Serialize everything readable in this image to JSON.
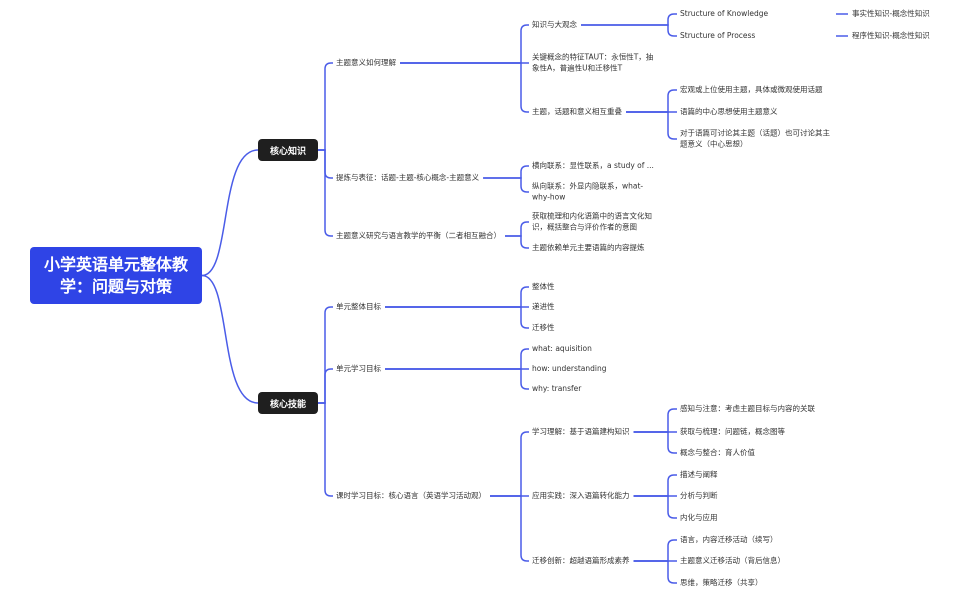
{
  "root": "小学英语单元整体教学：问题与对策",
  "core_knowledge": {
    "label": "核心知识",
    "children": [
      {
        "label": "主题意义如何理解",
        "children": [
          {
            "label": "知识与大观念",
            "children": [
              {
                "label": "Structure of  Knowledge",
                "note": "事实性知识-概念性知识"
              },
              {
                "label": "Structure of Process",
                "note": "程序性知识-概念性知识"
              }
            ]
          },
          {
            "label": "关键概念的特征TAUT：永恒性T，抽象性A，普遍性U和迁移性T"
          },
          {
            "label": "主题，话题和意义相互重叠",
            "children": [
              {
                "label": "宏观或上位使用主题，具体或微观使用话题"
              },
              {
                "label": "语篇的中心思想使用主题意义"
              },
              {
                "label": "对于语篇可讨论其主题（话题）也可讨论其主题意义（中心思想）"
              }
            ]
          }
        ]
      },
      {
        "label": "提炼与表征：话题-主题-核心概念-主题意义",
        "children": [
          {
            "label": "横向联系：显性联系，a study of ..."
          },
          {
            "label": "纵向联系：外显内隐联系，what-why-how"
          }
        ]
      },
      {
        "label": "主题意义研究与语言教学的平衡（二者相互融合）",
        "children": [
          {
            "label": "获取梳理和内化语篇中的语言文化知识，概括整合与评价作者的意图"
          },
          {
            "label": "主题依赖单元主要语篇的内容提炼"
          }
        ]
      }
    ]
  },
  "core_skills": {
    "label": "核心技能",
    "children": [
      {
        "label": "单元整体目标",
        "children": [
          {
            "label": "整体性"
          },
          {
            "label": "递进性"
          },
          {
            "label": "迁移性"
          }
        ]
      },
      {
        "label": "单元学习目标",
        "children": [
          {
            "label": "what: aquisition"
          },
          {
            "label": "how: understanding"
          },
          {
            "label": "why: transfer"
          }
        ]
      },
      {
        "label": "课时学习目标：核心语言（英语学习活动观）",
        "children": [
          {
            "label": "学习理解：基于语篇建构知识",
            "children": [
              {
                "label": "感知与注意：考虑主题目标与内容的关联"
              },
              {
                "label": "获取与梳理：问题链，概念图等"
              },
              {
                "label": "概念与整合：育人价值"
              }
            ]
          },
          {
            "label": "应用实践：深入语篇转化能力",
            "children": [
              {
                "label": "描述与阐释"
              },
              {
                "label": "分析与判断"
              },
              {
                "label": "内化与应用"
              }
            ]
          },
          {
            "label": "迁移创新：超越语篇形成素养",
            "children": [
              {
                "label": "语言，内容迁移活动（续写）"
              },
              {
                "label": "主题意义迁移活动（背后信息）"
              },
              {
                "label": "思维，策略迁移（共享）"
              }
            ]
          }
        ]
      }
    ]
  },
  "colors": {
    "root": "#2f44e6",
    "branch": "#1f1f1f",
    "line": "#4a5ce8"
  }
}
